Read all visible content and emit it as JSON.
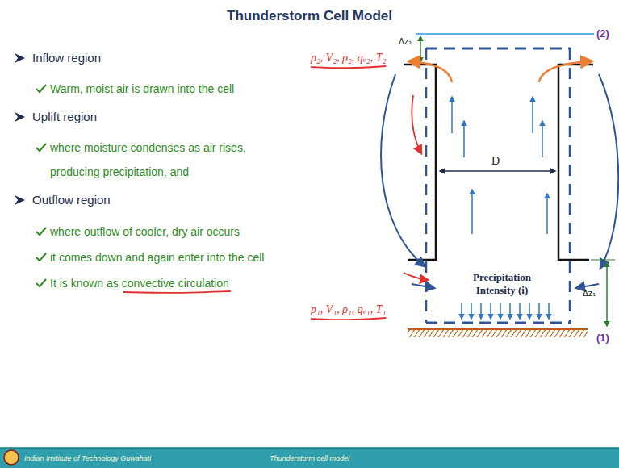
{
  "diagram": {
    "title": "Thunderstorm Cell Model",
    "labels": [
      "Inflow region",
      "Warm, moist air is drawn into the cell",
      "Uplift region",
      "where moisture condenses as air rises, producing precipitation, and",
      "Outflow region",
      "where outflow of cooler, dry air occurs",
      "it comes down and again enter into the cell",
      "It is known as convective circulation",
      "p₂, V₂, ρ₂, qᵥ₂, T₂",
      "Δz₂",
      "(2)",
      "D",
      "Precipitation Intensity (i)",
      "p₁, V₁, ρ₁, qᵥ₁, T₁",
      "Δz₁",
      "(1)",
      "Indian Institute of Technology Guwahati",
      "Thunderstorm cell model"
    ]
  }
}
